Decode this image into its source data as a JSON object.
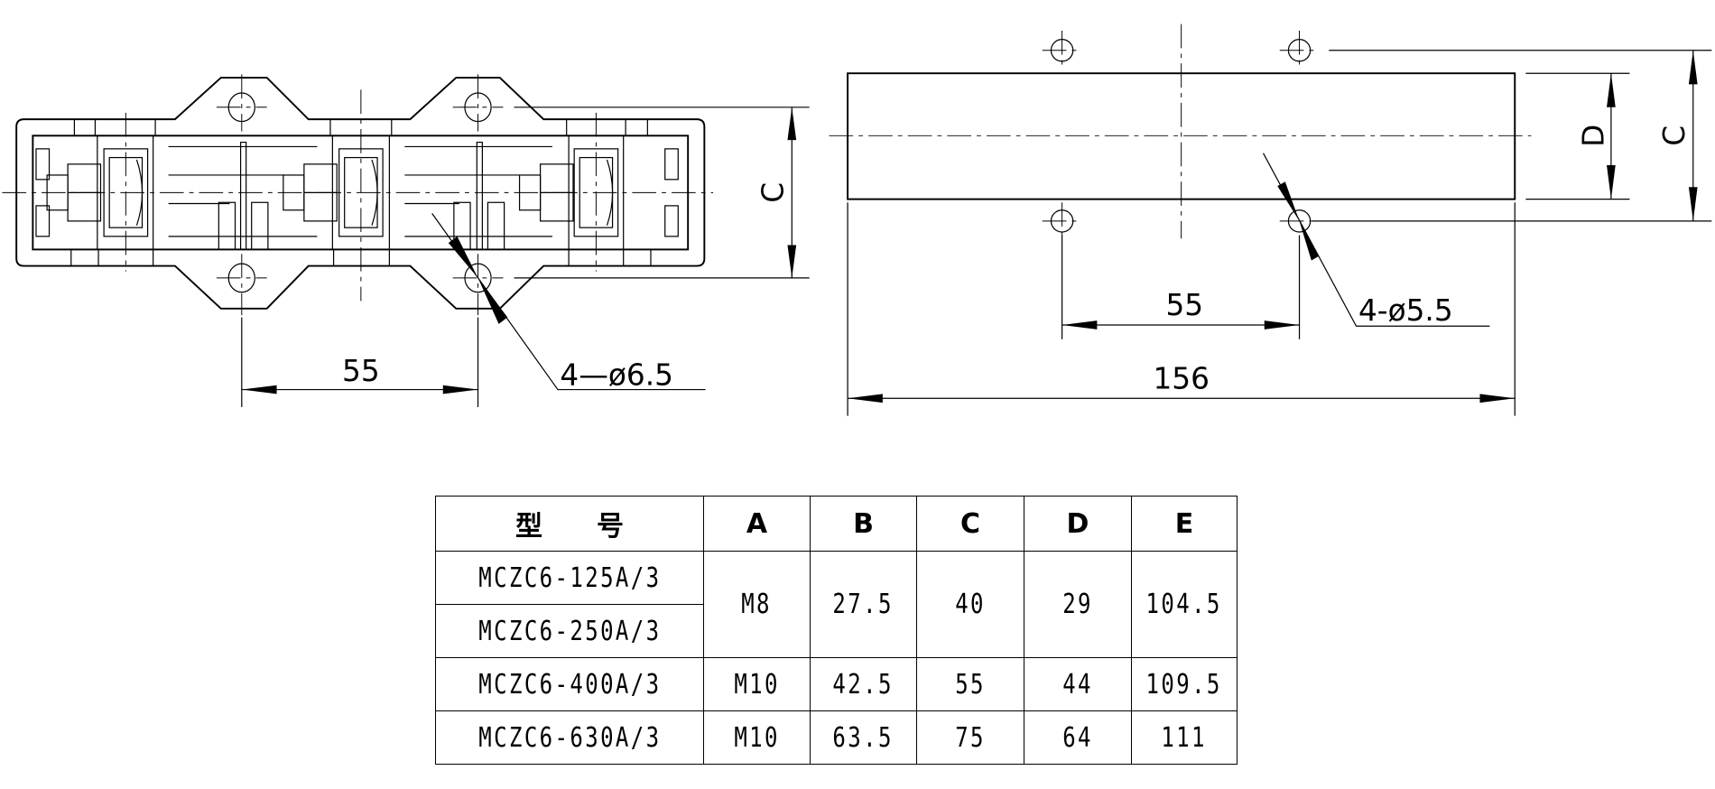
{
  "front_view": {
    "dim_c_label": "C",
    "dim_spacing_label": "55",
    "hole_label": "4—ø6.5"
  },
  "top_view": {
    "dim_d_label": "D",
    "dim_c_label": "C",
    "dim_spacing_label": "55",
    "dim_length_label": "156",
    "hole_label": "4-ø5.5"
  },
  "table": {
    "header": {
      "model_char1": "型",
      "model_char2": "号",
      "cols": [
        "A",
        "B",
        "C",
        "D",
        "E"
      ]
    },
    "rows": [
      {
        "model": "MCZC6-125A/3"
      },
      {
        "model": "MCZC6-250A/3"
      },
      {
        "model": "MCZC6-400A/3",
        "A": "M10",
        "B": "42.5",
        "C": "55",
        "D": "44",
        "E": "109.5"
      },
      {
        "model": "MCZC6-630A/3",
        "A": "M10",
        "B": "63.5",
        "C": "75",
        "D": "64",
        "E": "111"
      }
    ],
    "merged_group": {
      "A": "M8",
      "B": "27.5",
      "C": "40",
      "D": "29",
      "E": "104.5"
    }
  }
}
